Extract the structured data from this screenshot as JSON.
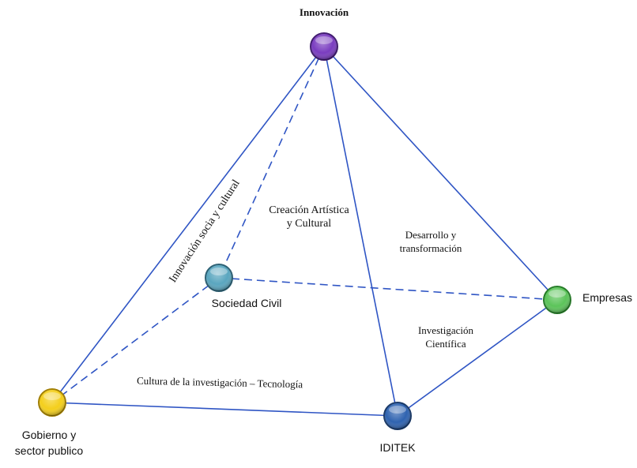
{
  "diagram": {
    "nodes": {
      "innovacion": {
        "label": "Innovación",
        "color": "#7a3cc0",
        "dark": "#3f1a6e"
      },
      "sociedad": {
        "label": "Sociedad Civil",
        "color": "#5aa6bf",
        "dark": "#2a5e72"
      },
      "empresas": {
        "label": "Empresas",
        "color": "#5cc45a",
        "dark": "#237a25"
      },
      "gobierno": {
        "label_line1": "Gobierno y",
        "label_line2": "sector publico",
        "color": "#f4cf1c",
        "dark": "#a07d00"
      },
      "iditek": {
        "label": "IDITEK",
        "color": "#2f63b0",
        "dark": "#173766"
      }
    },
    "edges": [
      {
        "from": "innovacion",
        "to": "gobierno",
        "style": "solid"
      },
      {
        "from": "innovacion",
        "to": "sociedad",
        "style": "dashed"
      },
      {
        "from": "innovacion",
        "to": "iditek",
        "style": "solid"
      },
      {
        "from": "innovacion",
        "to": "empresas",
        "style": "solid"
      },
      {
        "from": "sociedad",
        "to": "empresas",
        "style": "dashed"
      },
      {
        "from": "sociedad",
        "to": "gobierno",
        "style": "dashed"
      },
      {
        "from": "gobierno",
        "to": "iditek",
        "style": "solid"
      },
      {
        "from": "iditek",
        "to": "empresas",
        "style": "solid"
      }
    ],
    "edge_color": "#2f55c4",
    "face_labels": {
      "innovacion_social": "Innovación socia y cultural",
      "creacion_line1": "Creación Artística",
      "creacion_line2": "y Cultural",
      "desarrollo_line1": "Desarrollo y",
      "desarrollo_line2": "transformación",
      "investigacion_line1": "Investigación",
      "investigacion_line2": "Científica",
      "cultura": "Cultura de la investigación – Tecnología"
    }
  }
}
